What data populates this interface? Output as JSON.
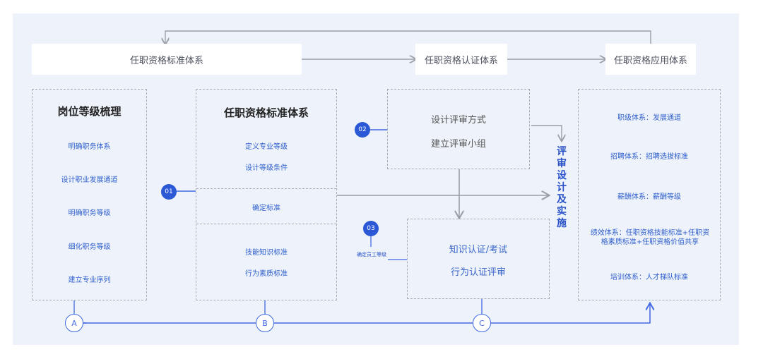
{
  "top": {
    "box1": "任职资格标准体系",
    "box2": "任职资格认证体系",
    "box3": "任职资格应用体系"
  },
  "col1": {
    "title": "岗位等级梳理",
    "items": [
      "明确职务体系",
      "设计职业发展通道",
      "明确职务等级",
      "细化职务等级",
      "建立专业序列"
    ]
  },
  "col2": {
    "title": "任职资格标准体系",
    "items_top": [
      "定义专业等级",
      "设计等级条件"
    ],
    "middle": "确定标准",
    "items_bottom": [
      "技能知识标准",
      "行为素质标准"
    ]
  },
  "col3": {
    "upper": [
      "设计评审方式",
      "建立评审小组"
    ],
    "lower": [
      "知识认证/考试",
      "行为认证评审"
    ]
  },
  "vertical_label": [
    "评",
    "审",
    "设",
    "计",
    "及",
    "实",
    "施"
  ],
  "col4": {
    "items": [
      "职级体系：发展通道",
      "招聘体系：招聘选拔标准",
      "薪酬体系：薪酬等级",
      "绩效体系：任职资格技能标准+任职资格素质标准+任职资格价值共享",
      "培训体系：人才梯队标准"
    ]
  },
  "markers": {
    "n1": "01",
    "n2": "02",
    "n3": "03",
    "n3_label": "确定员工等级",
    "a": "A",
    "b": "B",
    "c": "C"
  },
  "colors": {
    "accent": "#2b59d6",
    "text_blue": "#2f5fcc",
    "panel": "#eef3fb",
    "dash": "#a7abb2"
  }
}
